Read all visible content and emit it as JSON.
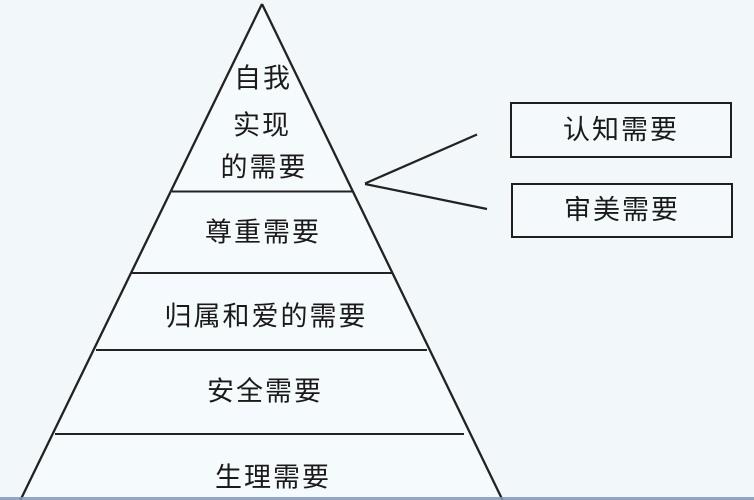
{
  "colors": {
    "background": "#f2f8fa",
    "line": "#222222",
    "text": "#1a1a1a",
    "bottom_strip": "#8496b8"
  },
  "pyramid": {
    "description": "Maslow hierarchy of needs pyramid, five levels, apex at top, base cut off by image bottom",
    "levels": [
      {
        "name": "self-actualization",
        "label": "自我实现的需要",
        "lines": [
          "自我",
          "实现",
          "的需要"
        ]
      },
      {
        "name": "esteem",
        "label": "尊重需要"
      },
      {
        "name": "belonging-and-love",
        "label": "归属和爱的需要"
      },
      {
        "name": "safety",
        "label": "安全需要"
      },
      {
        "name": "physiological",
        "label": "生理需要"
      }
    ]
  },
  "side_boxes": [
    {
      "name": "cognitive",
      "label": "认知需要"
    },
    {
      "name": "aesthetic",
      "label": "审美需要"
    }
  ]
}
